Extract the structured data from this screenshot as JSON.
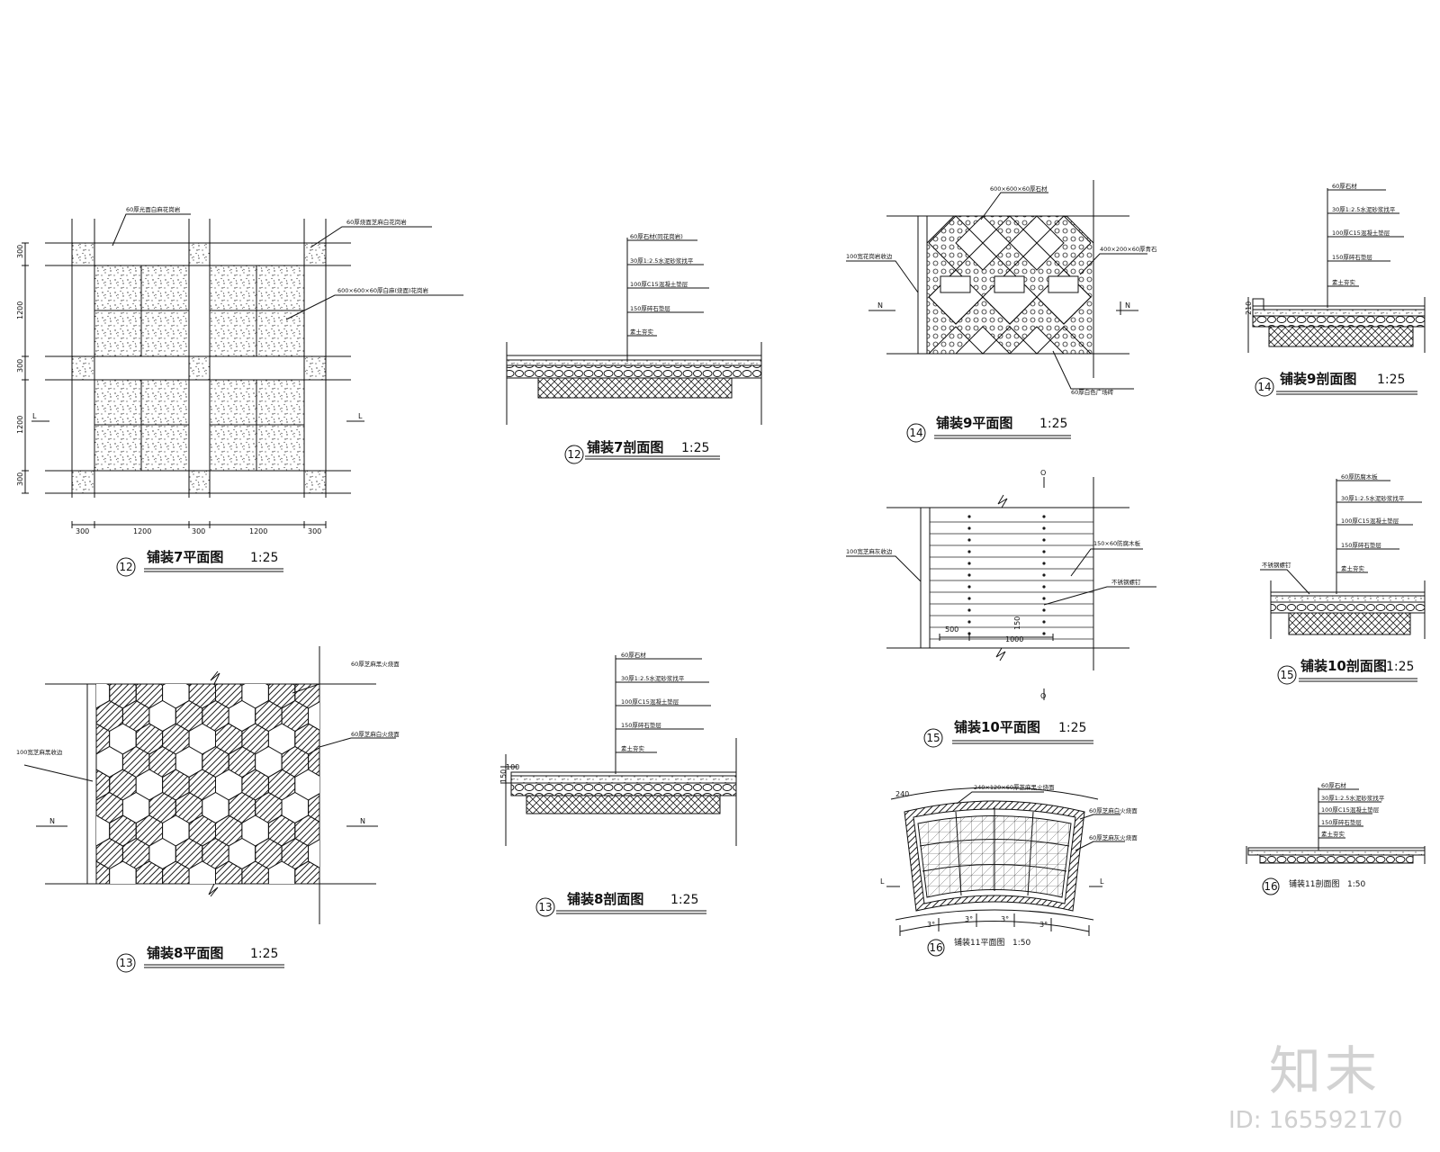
{
  "drawings": {
    "d12_plan": {
      "no": "12",
      "title": "铺装7平面图",
      "scale": "1:25",
      "notes": [
        "60厚光面白麻花岗岩",
        "60厚烧面芝麻白花岗岩",
        "600×600×60厚白麻(烧面)花岗岩"
      ],
      "dims_v": [
        "300",
        "1200",
        "300",
        "1200",
        "300"
      ],
      "dims_h": [
        "300",
        "1200",
        "300",
        "1200",
        "300"
      ],
      "cut": "L"
    },
    "d12_section": {
      "no": "12",
      "title": "铺装7剖面图",
      "scale": "1:25",
      "layers": [
        "60厚石材(同花岗岩)",
        "30厚1:2.5水泥砂浆找平",
        "100厚C15混凝土垫层",
        "150厚碎石垫层",
        "素土夯实"
      ]
    },
    "d13_plan": {
      "no": "13",
      "title": "铺装8平面图",
      "scale": "1:25",
      "notes": [
        "60厚芝麻黑火烧面",
        "60厚芝麻白火烧面",
        "100宽芝麻黑收边"
      ],
      "cut": "N"
    },
    "d13_section": {
      "no": "13",
      "title": "铺装8剖面图",
      "scale": "1:25",
      "layers": [
        "60厚石材",
        "30厚1:2.5水泥砂浆找平",
        "100厚C15混凝土垫层",
        "150厚碎石垫层",
        "素土夯实"
      ],
      "dim_top": "100",
      "dim_side": "150"
    },
    "d14_plan": {
      "no": "14",
      "title": "铺装9平面图",
      "scale": "1:25",
      "notes": [
        "600×600×60厚石材",
        "100宽花岗岩收边",
        "400×200×60厚青石",
        "60厚白色广场砖"
      ],
      "cut": "N"
    },
    "d14_section": {
      "no": "14",
      "title": "铺装9剖面图",
      "scale": "1:25",
      "layers": [
        "60厚石材",
        "30厚1:2.5水泥砂浆找平",
        "100厚C15混凝土垫层",
        "150厚碎石垫层",
        "素土夯实"
      ],
      "dim_side": "210"
    },
    "d15_plan": {
      "no": "15",
      "title": "铺装10平面图",
      "scale": "1:25",
      "notes": [
        "100宽芝麻灰收边",
        "150×60防腐木板",
        "不锈钢螺钉"
      ],
      "dims": [
        "500",
        "1000"
      ],
      "dim_v": "150",
      "cut": "O"
    },
    "d15_section": {
      "no": "15",
      "title": "铺装10剖面图",
      "scale": "1:25",
      "layers": [
        "60厚防腐木板",
        "30厚1:2.5水泥砂浆找平",
        "100厚C15混凝土垫层",
        "150厚碎石垫层",
        "素土夯实"
      ],
      "side_note": "不锈钢螺钉"
    },
    "d16_plan": {
      "no": "16",
      "title": "铺装11平面图",
      "scale": "1:50",
      "notes": [
        "240×120×60厚芝麻黑火烧面",
        "60厚芝麻白火烧面",
        "60厚芝麻灰火烧面"
      ],
      "dims": [
        "240",
        "3°",
        "3°",
        "3°",
        "3°"
      ],
      "cut": "L"
    },
    "d16_section": {
      "no": "16",
      "title": "铺装11剖面图",
      "scale": "1:50",
      "layers": [
        "60厚石材",
        "30厚1:2.5水泥砂浆找平",
        "100厚C15混凝土垫层",
        "150厚碎石垫层",
        "素土夯实"
      ]
    }
  },
  "watermark": {
    "logo": "知末",
    "id": "ID: 165592170"
  }
}
